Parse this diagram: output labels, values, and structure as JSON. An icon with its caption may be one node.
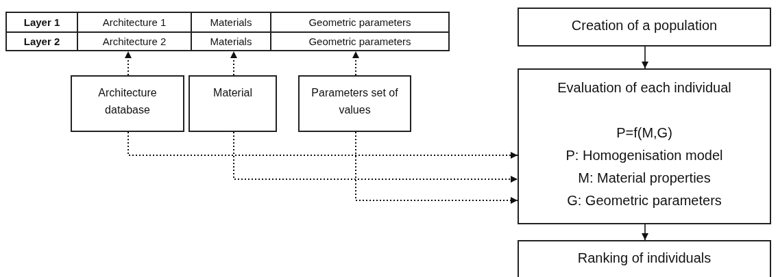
{
  "diagram": {
    "nodes": [
      {
        "text": [
          "Layer 1"
        ]
      },
      {
        "text": [
          "Architecture 1"
        ]
      },
      {
        "text": [
          "Materials"
        ]
      },
      {
        "text": [
          "Geometric parameters"
        ]
      },
      {
        "text": [
          "Layer 2"
        ]
      },
      {
        "text": [
          "Architecture 2"
        ]
      },
      {
        "text": [
          "Materials"
        ]
      },
      {
        "text": [
          "Geometric parameters"
        ]
      },
      {
        "text": [
          "Architecture database"
        ]
      },
      {
        "text": [
          "Material"
        ]
      },
      {
        "text": [
          "Parameters set of values"
        ]
      },
      {
        "text": [
          "Creation of a population"
        ]
      },
      {
        "text": [
          "Evaluation of each individual",
          "P=f(M,G)",
          "P: Homogenisation model",
          "M: Material properties",
          "G: Geometric parameters"
        ]
      },
      {
        "text": [
          "Ranking of individuals"
        ]
      }
    ],
    "edges": [
      {
        "from": 8,
        "to": 5,
        "arrow": "to",
        "style": "dashed"
      },
      {
        "from": 9,
        "to": 6,
        "arrow": "to",
        "style": "dashed"
      },
      {
        "from": 10,
        "to": 7,
        "arrow": "to",
        "style": "dashed"
      },
      {
        "from": 8,
        "to": 12,
        "arrow": "to",
        "style": "dashed"
      },
      {
        "from": 9,
        "to": 12,
        "arrow": "to",
        "style": "dashed"
      },
      {
        "from": 10,
        "to": 12,
        "arrow": "to",
        "style": "dashed"
      },
      {
        "from": 11,
        "to": 12,
        "arrow": "to"
      },
      {
        "from": 12,
        "to": 13,
        "arrow": "to"
      }
    ]
  }
}
